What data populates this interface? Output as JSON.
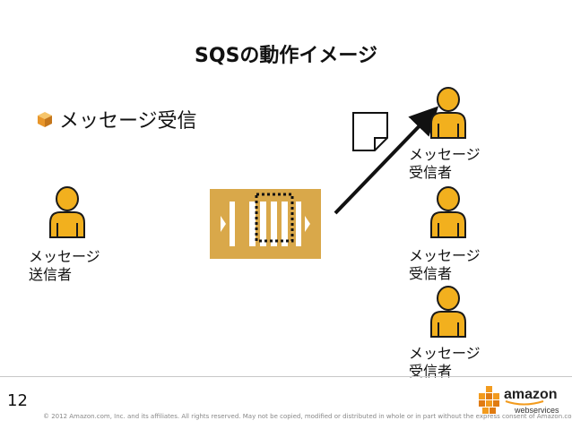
{
  "title": "SQSの動作イメージ",
  "bullet": {
    "icon": "aws-cube-icon",
    "text": "メッセージ受信"
  },
  "sender": {
    "line1": "メッセージ",
    "line2": "送信者"
  },
  "receivers": [
    {
      "line1": "メッセージ",
      "line2": "受信者"
    },
    {
      "line1": "メッセージ",
      "line2": "受信者"
    },
    {
      "line1": "メッセージ",
      "line2": "受信者"
    }
  ],
  "footer": {
    "page_number": "12",
    "copyright": "© 2012 Amazon.com, Inc. and its affiliates. All rights reserved. May not be copied, modified or distributed in whole or in part without the express consent of Amazon.com, Inc.",
    "logo_word": "amazon",
    "logo_sub": "webservices"
  },
  "colors": {
    "person_fill": "#f2b01e",
    "queue_fill": "#d9a84a",
    "accent": "#f29b1e"
  }
}
